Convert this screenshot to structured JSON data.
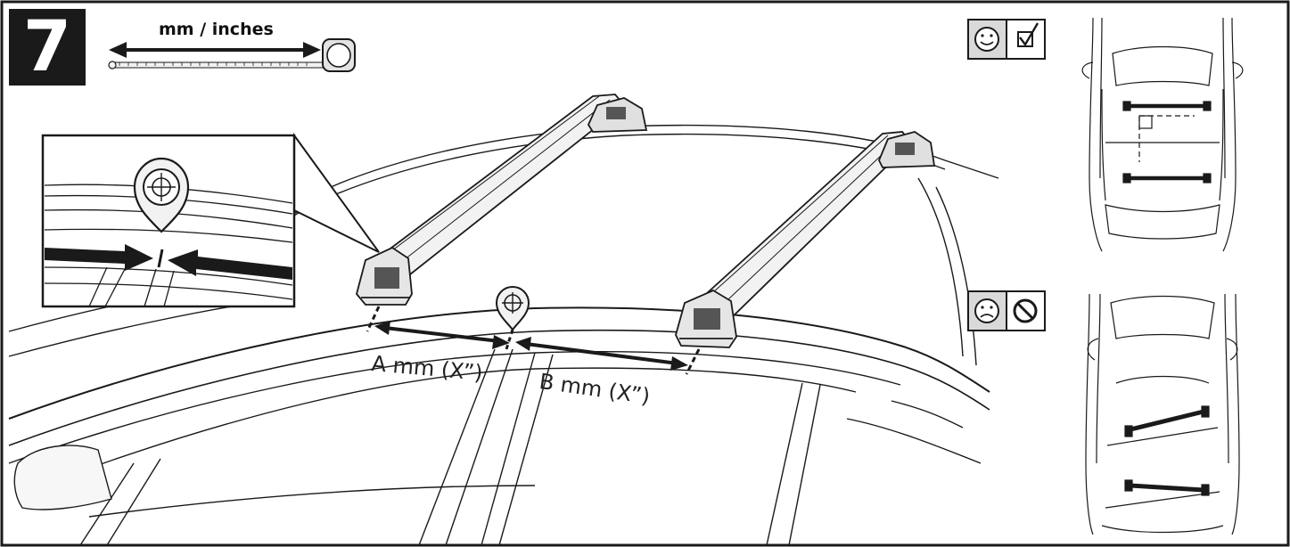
{
  "step": {
    "number": "7"
  },
  "measure": {
    "unit_label": "mm / inches"
  },
  "dimensions": {
    "a_label": "A mm (X”)",
    "b_label": "B mm (X”)"
  },
  "icons": {
    "step_badge": "step-number-badge",
    "tape": "tape-measure-icon",
    "marker": "alignment-marker-icon",
    "correct": "smiley-face-icon",
    "correct_check": "checkbox-checked-icon",
    "wrong": "sad-face-icon",
    "wrong_prohibited": "prohibited-icon"
  },
  "colors": {
    "line": "#1a1a1a",
    "bar_fill": "#f2f2f2",
    "panel_fill": "#d9d9d9"
  }
}
